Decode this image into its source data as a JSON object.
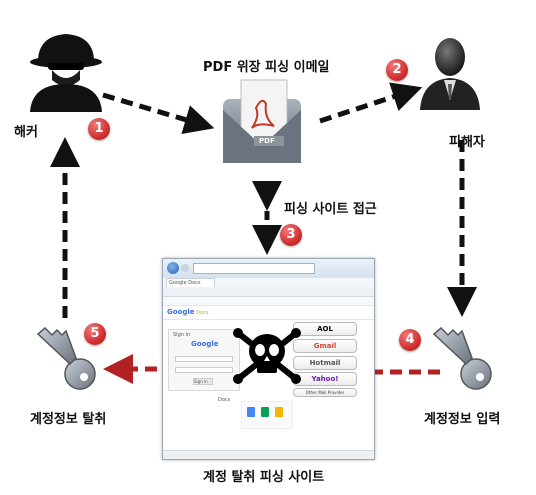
{
  "labels": {
    "email": "PDF 위장 피싱 이메일",
    "hacker": "해커",
    "victim": "피해자",
    "access": "피싱 사이트 접근",
    "steal": "계정정보 탈취",
    "input": "계정정보 입력",
    "site": "계정 탈취 피싱 사이트"
  },
  "badges": [
    "1",
    "2",
    "3",
    "4",
    "5"
  ],
  "pdf_icon_text": "PDF",
  "browser": {
    "tab_title": "Google Docs",
    "logo": "Google",
    "logo_sub": "Docs",
    "signin_heading": "Sign in",
    "signin_logo": "Google",
    "signin_button": "Sign in",
    "providers": [
      "AOL",
      "Gmail",
      "Hotmail",
      "Yahoo!",
      "Other Mail Provider"
    ],
    "docs_heading": "Docs"
  },
  "colors": {
    "arrow_black": "#111111",
    "arrow_red": "#b22222",
    "badge": "#d23030"
  }
}
